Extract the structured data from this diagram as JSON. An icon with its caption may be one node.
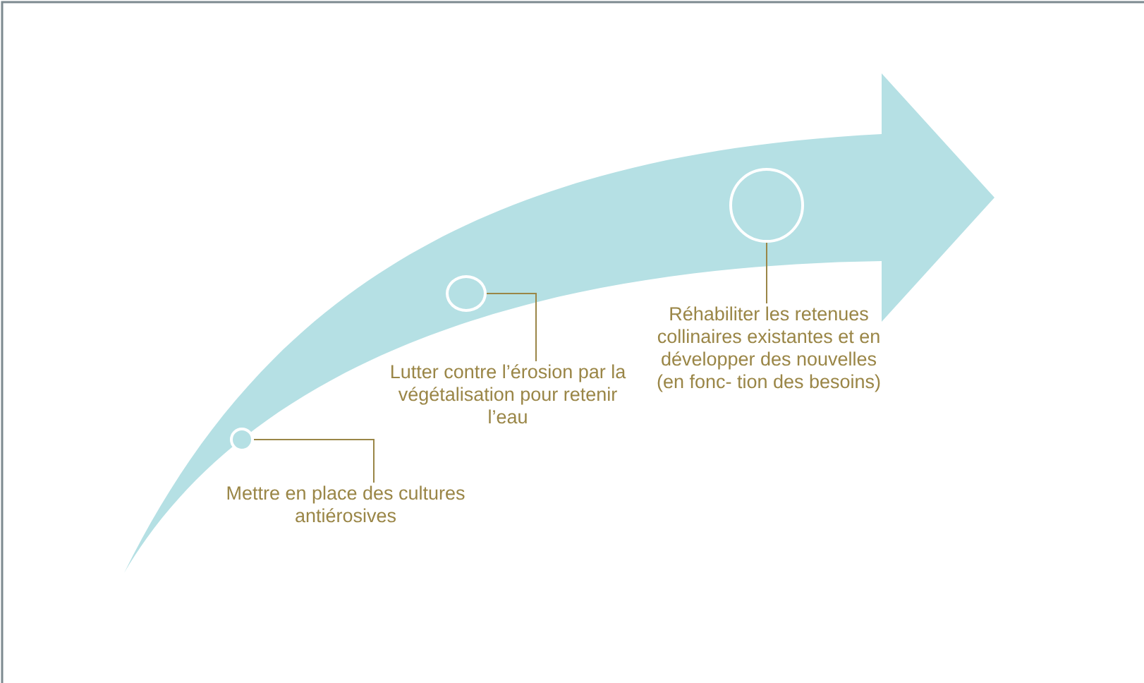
{
  "diagram": {
    "nodes": [
      {
        "text": [],
        "shape": "circle"
      },
      {
        "text": [],
        "shape": "circle"
      },
      {
        "text": [],
        "shape": "circle"
      },
      {
        "text": [
          "Mettre en place des cultures antiérosives"
        ]
      },
      {
        "text": [
          "Lutter contre l’érosion par la végétalisation pour retenir l’eau"
        ]
      },
      {
        "text": [
          "Réhabiliter les retenues collinaires existantes et en développer des nouvelles (en fonc- tion des besoins)"
        ]
      }
    ],
    "edges": [
      {
        "from": 3,
        "to": 0,
        "arrow": "none"
      },
      {
        "from": 4,
        "to": 1,
        "arrow": "none"
      },
      {
        "from": 5,
        "to": 2,
        "arrow": "none"
      }
    ]
  }
}
